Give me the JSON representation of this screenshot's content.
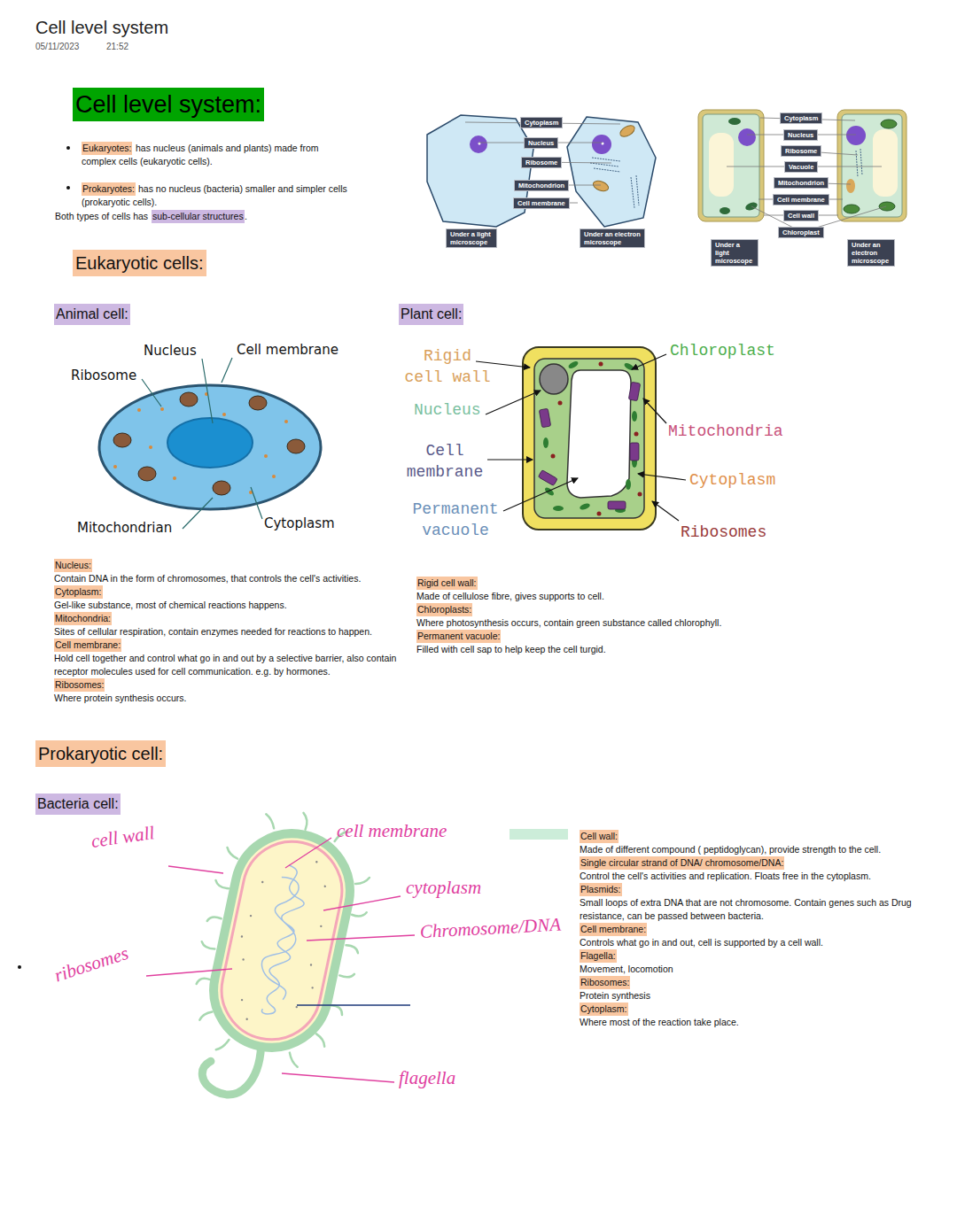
{
  "diagram": {
    "title": "Cell level system",
    "nodes": [
      {
        "text": [
          "Cytoplasm"
        ]
      },
      {
        "text": [
          "Nucleus"
        ]
      },
      {
        "text": [
          "Ribosome"
        ]
      },
      {
        "text": [
          "Mitochondrion"
        ]
      },
      {
        "text": [
          "Cell membrane"
        ]
      },
      {
        "text": [
          "Under a light microscope"
        ]
      },
      {
        "text": [
          "Under an electron microscope"
        ]
      },
      {
        "text": [
          "Cytoplasm"
        ]
      },
      {
        "text": [
          "Nucleus"
        ]
      },
      {
        "text": [
          "Ribosome"
        ]
      },
      {
        "text": [
          "Vacuole"
        ]
      },
      {
        "text": [
          "Mitochondrion"
        ]
      },
      {
        "text": [
          "Cell membrane"
        ]
      },
      {
        "text": [
          "Cell wall"
        ]
      },
      {
        "text": [
          "Chloroplast"
        ]
      },
      {
        "text": [
          "Under a light microscope"
        ]
      },
      {
        "text": [
          "Under an electron microscope"
        ]
      }
    ],
    "labels": [
      "05/11/2023",
      "21:52",
      "Cell level system:",
      "Eukaryotes:",
      "has nucleus (animals and plants) made from complex cells (eukaryotic cells).",
      "Prokaryotes:",
      "has no nucleus (bacteria) smaller and simpler cells (prokaryotic cells).",
      "Both types of cells has",
      "sub-cellular structures",
      ".",
      "Eukaryotic cells:",
      "Animal cell:",
      "Plant cell:",
      "Nucleus",
      "Cell membrane",
      "Ribosome",
      "Mitochondrian",
      "Cytoplasm",
      "Rigid cell wall",
      "Nucleus",
      "Cell membrane",
      "Permanent vacuole",
      "Chloroplast",
      "Mitochondria",
      "Cytoplasm",
      "Ribosomes",
      "Nucleus:",
      "Contain DNA in the form of chromosomes, that controls the cell's activities.",
      "Cytoplasm:",
      "Gel-like substance, most of chemical reactions happens.",
      "Mitochondria:",
      "Sites of cellular respiration, contain enzymes needed for reactions to happen.",
      "Cell membrane:",
      "Hold cell together and control what go in and out by a selective barrier, also contain receptor molecules used for cell communication. e.g. by hormones.",
      "Ribosomes:",
      "Where protein synthesis occurs.",
      "Rigid cell wall:",
      "Made of cellulose fibre, gives supports to cell.",
      "Chloroplasts:",
      "Where photosynthesis occurs, contain green substance called chlorophyll.",
      "Permanent vacuole:",
      "Filled with cell sap to help keep the cell turgid.",
      "Prokaryotic cell:",
      "Bacteria cell:",
      "cell wall",
      "cell membrane",
      "cytoplasm",
      "Chromosome/DNA",
      "ribosomes",
      "flagella",
      "Cell wall:",
      "Made of different compound ( peptidoglycan), provide strength to the cell.",
      "Single circular strand of DNA/ chromosome/DNA:",
      "Control the cell's activities and replication. Floats free in the cytoplasm.",
      "Plasmids:",
      "Small loops of extra DNA that are not chromosome. Contain genes such as Drug resistance, can be passed between bacteria.",
      "Cell membrane:",
      "Controls what go in and out, cell is supported by a cell wall.",
      "Flagella:",
      "Movement, locomotion",
      "Ribosomes:",
      "Protein synthesis",
      "Cytoplasm:",
      "Where most of the reaction take place."
    ]
  }
}
